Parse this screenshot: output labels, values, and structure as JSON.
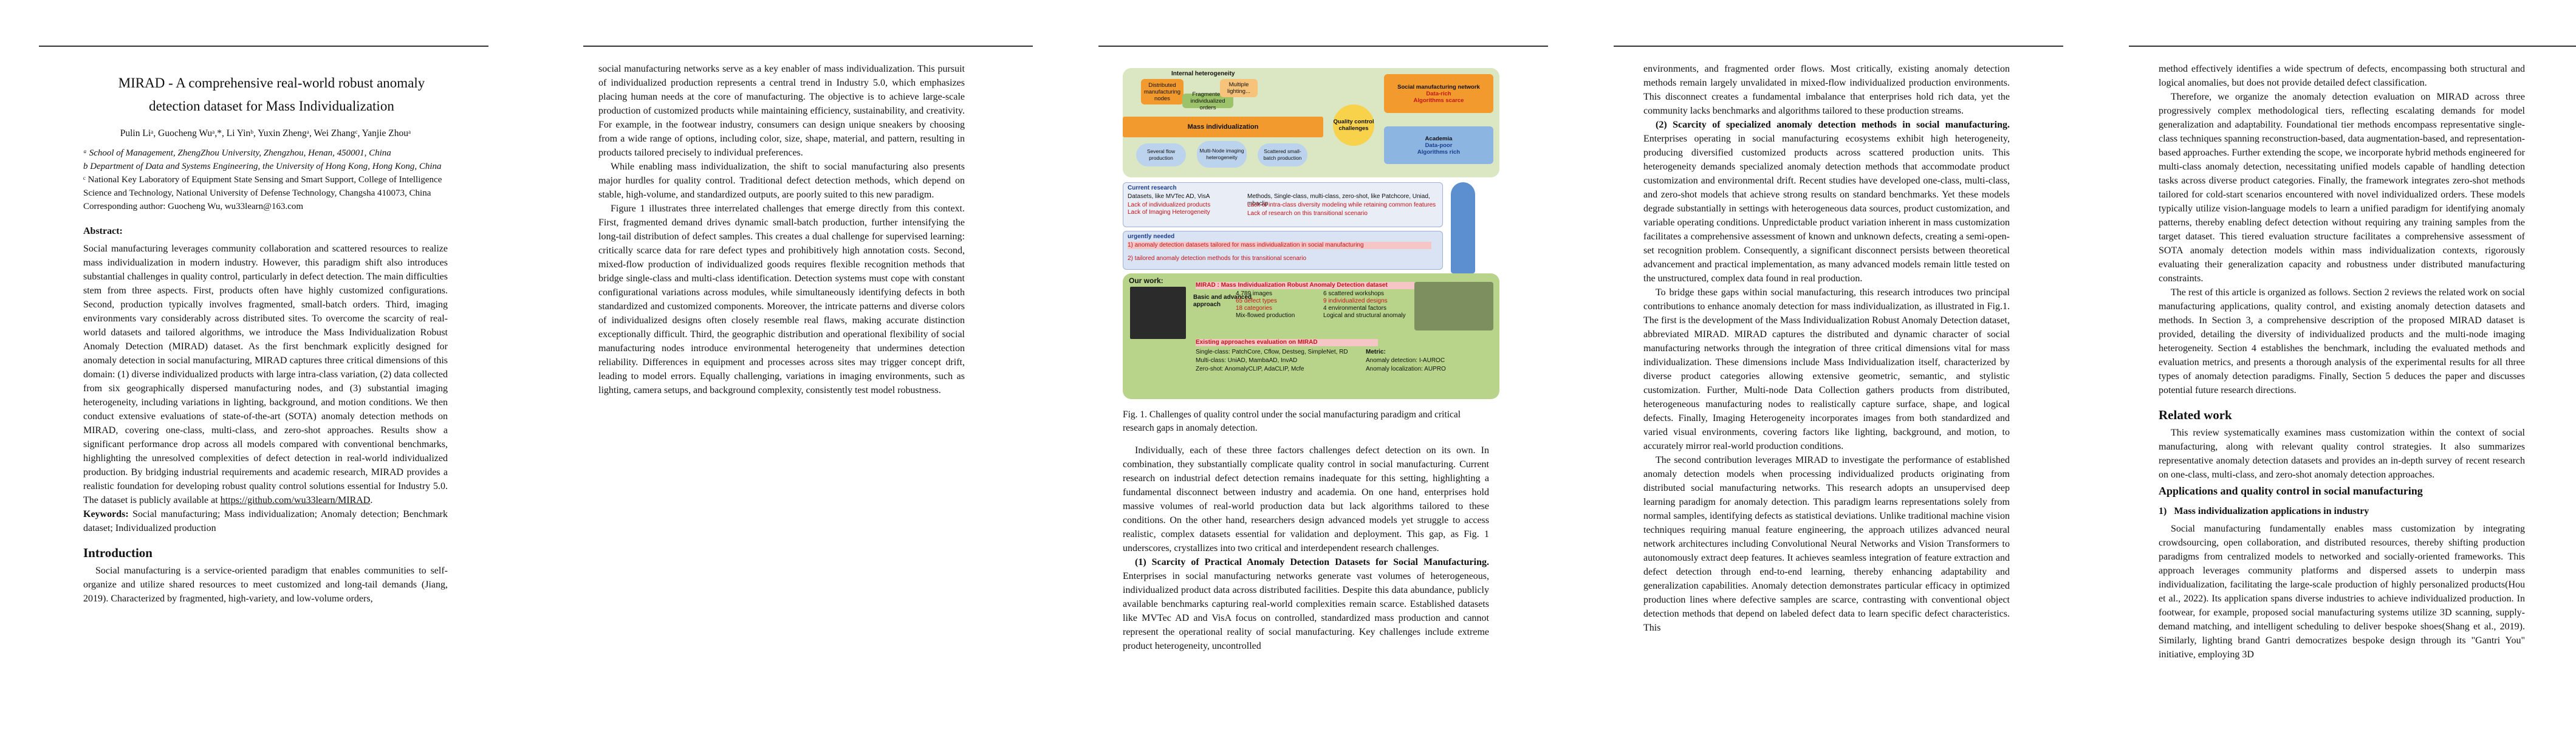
{
  "paper": {
    "title_line1": "MIRAD - A comprehensive real-world robust anomaly",
    "title_line2": "detection dataset for Mass Individualization",
    "authors": "Pulin Liᵃ, Guocheng Wuᵃ,*, Li Yinᵇ, Yuxin Zhengᵃ, Wei Zhangᶜ, Yanjie Zhouᵃ",
    "affiliations": [
      "ᵃ School of Management, ZhengZhou University, Zhengzhou, Henan, 450001, China",
      "b Department of Data and Systems Engineering, the University of Hong Kong, Hong Kong, China"
    ],
    "affiliation_c": "ᶜ National Key Laboratory of Equipment State Sensing and Smart Support, College of Intelligence Science and Technology, National University of Defense Technology, Changsha 410073, China",
    "corresponding": "Corresponding author: Guocheng Wu, wu33learn@163.com",
    "abstract_heading": "Abstract:",
    "abstract": "Social manufacturing leverages community collaboration and scattered resources to realize mass individualization in modern industry. However, this paradigm shift also introduces substantial challenges in quality control, particularly in defect detection. The main difficulties stem from three aspects. First, products often have highly customized configurations. Second, production typically involves fragmented, small-batch orders. Third, imaging environments vary considerably across distributed sites. To overcome the scarcity of real-world datasets and tailored algorithms, we introduce the Mass Individualization Robust Anomaly Detection (MIRAD) dataset. As the first benchmark explicitly designed for anomaly detection in social manufacturing, MIRAD captures three critical dimensions of this domain: (1) diverse individualized products with large intra-class variation, (2) data collected from six geographically dispersed manufacturing nodes, and (3) substantial imaging heterogeneity, including variations in lighting, background, and motion conditions. We then conduct extensive evaluations of state-of-the-art (SOTA) anomaly detection methods on MIRAD, covering one-class, multi-class, and zero-shot approaches. Results show a significant performance drop across all models compared with conventional benchmarks, highlighting the unresolved complexities of defect detection in real-world individualized production. By bridging industrial requirements and academic research, MIRAD provides a realistic foundation for developing robust quality control solutions essential for Industry 5.0. The dataset is publicly available at",
    "dataset_url": "https://github.com/wu33learn/MIRAD",
    "keywords_label": "Keywords:",
    "keywords": "Social manufacturing; Mass individualization; Anomaly detection; Benchmark dataset; Individualized production",
    "intro_heading": "Introduction",
    "intro_p1": "Social manufacturing is a service-oriented paradigm that enables communities to self-organize and utilize shared resources to meet customized and long-tail demands (Jiang, 2019). Characterized by fragmented, high-variety, and low-volume orders,"
  },
  "column2": {
    "p1": "social manufacturing networks serve as a key enabler of mass individualization. This pursuit of individualized production represents a central trend in Industry 5.0, which emphasizes placing human needs at the core of manufacturing. The objective is to achieve large-scale production of customized products while maintaining efficiency, sustainability, and creativity. For example, in the footwear industry, consumers can design unique sneakers by choosing from a wide range of options, including color, size, shape, material, and pattern, resulting in products tailored precisely to individual preferences.",
    "p2": "While enabling mass individualization, the shift to social manufacturing also presents major hurdles for quality control. Traditional defect detection methods, which depend on stable, high-volume, and standardized outputs, are poorly suited to this new paradigm.",
    "p3": "Figure 1 illustrates three interrelated challenges that emerge directly from this context. First, fragmented demand drives dynamic small-batch production, further intensifying the long-tail distribution of defect samples. This creates a dual challenge for supervised learning: critically scarce data for rare defect types and prohibitively high annotation costs. Second, mixed-flow production of individualized goods requires flexible recognition methods that bridge single-class and multi-class identification. Detection systems must cope with constant configurational variations across modules, while simultaneously identifying defects in both standardized and customized components. Moreover, the intricate patterns and diverse colors of individualized designs often closely resemble real flaws, making accurate distinction exceptionally difficult. Third, the geographic distribution and operational flexibility of social manufacturing nodes introduce environmental heterogeneity that undermines detection reliability. Differences in equipment and processes across sites may trigger concept drift, leading to model errors. Equally challenging, variations in imaging environments, such as lighting, camera setups, and background complexity, consistently test model robustness."
  },
  "figure": {
    "internal_heterogeneity": "Internal heterogeneity",
    "box_distributed": "Distributed manufacturing nodes",
    "box_fragmented": "Fragmented individualized orders",
    "box_multiple": "Multiple lighting...",
    "social_manufacturing": "Social manufacturing network",
    "data_rich": "Data-rich",
    "algorithms_scarce": "Algorithms scarce",
    "mass_individualization": "Mass individualization",
    "quality_control": "Quality control challenges",
    "academia": "Academia",
    "data_poor": "Data-poor",
    "algorithms_rich": "Algorithms rich",
    "bubble1": "Several flow production",
    "bubble2": "Multi-Node imaging heterogeneity",
    "bubble3": "Scattered small-batch production",
    "current_research": "Current research",
    "cr_datasets": "Datasets, like MVTec AD, VisA",
    "cr_methods": "Methods, Single-class, multi-class, zero-shot, like Patchcore, Uniad, mbaclip",
    "cr_lack1": "Lack of individualized products",
    "cr_lack2": "Lack of Imaging Heterogeneity",
    "cr_lack3": "Lack of intra-class diversity modeling while retaining common features",
    "cr_lack4": "Lack of research on this transitional scenario",
    "urgently_needed": "urgently needed",
    "need1": "1) anomaly detection datasets tailored for mass individualization in social manufacturing",
    "need2": "2) tailored anomaly detection methods for this transitional scenario",
    "our_work": "Our work:",
    "mirad_banner": "MIRAD : Mass Individualization Robust Anomaly Detection dataset",
    "basic_advanced": "Basic and advanced approach",
    "stat1": "4,789 images",
    "stat2": "65 defect types",
    "stat3": "18 categories",
    "stat4": "Mix-flowed production",
    "stat5": "6 scattered workshops",
    "stat6": "9 individualized designs",
    "stat7": "4 environmental factors",
    "stat8": "Logical and structural anomaly",
    "existing": "Existing approaches evaluation on MIRAD",
    "eval1": "Single-class: PatchCore, Cflow, Destseg, SimpleNet, RD",
    "eval2": "Multi-class: UniAD, MambaAD, InvAD",
    "eval3": "Zero-shot: AnomalyCLIP, AdaCLIP, Mcfe",
    "metric_label": "Metric:",
    "metric1": "Anomaly detection: I-AUROC",
    "metric2": "Anomaly localization: AUPRO"
  },
  "column3": {
    "caption": "Fig. 1. Challenges of quality control under the social manufacturing paradigm and critical research gaps in anomaly detection.",
    "p1": "Individually, each of these three factors challenges defect detection on its own. In combination, they substantially complicate quality control in social manufacturing. Current research on industrial defect detection remains inadequate for this setting, highlighting a fundamental disconnect between industry and academia. On one hand, enterprises hold massive volumes of real-world production data but lack algorithms tailored to these conditions. On the other hand, researchers design advanced models yet struggle to access realistic, complex datasets essential for validation and deployment. This gap, as Fig. 1 underscores, crystallizes into two critical and interdependent research challenges.",
    "p2_label": "(1) Scarcity of Practical Anomaly Detection Datasets for Social Manufacturing.",
    "p2": "Enterprises in social manufacturing networks generate vast volumes of heterogeneous, individualized product data across distributed facilities. Despite this data abundance, publicly available benchmarks capturing real-world complexities remain scarce. Established datasets like MVTec AD and VisA focus on controlled, standardized mass production and cannot represent the operational reality of social manufacturing. Key challenges include extreme product heterogeneity, uncontrolled"
  },
  "column4": {
    "p1": "environments, and fragmented order flows. Most critically, existing anomaly detection methods remain largely unvalidated in mixed-flow individualized production environments. This disconnect creates a fundamental imbalance that enterprises hold rich data, yet the community lacks benchmarks and algorithms tailored to these production streams.",
    "p2_label": "(2) Scarcity of specialized anomaly detection methods in social manufacturing.",
    "p2": "Enterprises operating in social manufacturing ecosystems exhibit high heterogeneity, producing diversified customized products across scattered production units. This heterogeneity demands specialized anomaly detection methods that accommodate product customization and environmental drift. Recent studies have developed one-class, multi-class, and zero-shot models that achieve strong results on standard benchmarks. Yet these models degrade substantially in settings with heterogeneous data sources, product customization, and variable operating conditions. Unpredictable product variation inherent in mass customization facilitates a comprehensive assessment of known and unknown defects, creating a semi-open-set recognition problem. Consequently, a significant disconnect persists between theoretical advancement and practical implementation, as many advanced models remain little tested on the unstructured, complex data found in real production.",
    "p3": "To bridge these gaps within social manufacturing, this research introduces two principal contributions to enhance anomaly detection for mass individualization, as illustrated in Fig.1. The first is the development of the Mass Individualization Robust Anomaly Detection dataset, abbreviated MIRAD. MIRAD captures the distributed and dynamic character of social manufacturing networks through the integration of three critical dimensions vital for mass individualization. These dimensions include Mass Individualization itself, characterized by diverse product categories allowing extensive geometric, semantic, and stylistic customization. Further, Multi-node Data Collection gathers products from distributed, heterogeneous manufacturing nodes to realistically capture surface, shape, and logical defects. Finally, Imaging Heterogeneity incorporates images from both standardized and varied visual environments, covering factors like lighting, background, and motion, to accurately mirror real-world production conditions.",
    "p4": "The second contribution leverages MIRAD to investigate the performance of established anomaly detection models when processing individualized products originating from distributed social manufacturing networks. This research adopts an unsupervised deep learning paradigm for anomaly detection. This paradigm learns representations solely from normal samples, identifying defects as statistical deviations. Unlike traditional machine vision techniques requiring manual feature engineering, the approach utilizes advanced neural network architectures including Convolutional Neural Networks and Vision Transformers to autonomously extract deep features. It achieves seamless integration of feature extraction and defect detection through end-to-end learning, thereby enhancing adaptability and generalization capabilities. Anomaly detection demonstrates particular efficacy in optimized production lines where defective samples are scarce, contrasting with conventional object detection methods that depend on labeled defect data to learn specific defect characteristics. This"
  },
  "column5": {
    "p1": "method effectively identifies a wide spectrum of defects, encompassing both structural and logical anomalies, but does not provide detailed defect classification.",
    "p2": "Therefore, we organize the anomaly detection evaluation on MIRAD across three progressively complex methodological tiers, reflecting escalating demands for model generalization and adaptability. Foundational tier methods encompass representative single-class techniques spanning reconstruction-based, data augmentation-based, and representation-based approaches. Further extending the scope, we incorporate hybrid methods engineered for multi-class anomaly detection, necessitating unified models capable of handling detection tasks across diverse product categories. Finally, the framework integrates zero-shot methods tailored for cold-start scenarios encountered with novel individualized orders. These models typically utilize vision-language models to learn a unified paradigm for identifying anomaly patterns, thereby enabling defect detection without requiring any training samples from the target dataset. This tiered evaluation structure facilitates a comprehensive assessment of SOTA anomaly detection models within mass individualization contexts, rigorously evaluating their generalization capacity and robustness under distributed manufacturing constraints.",
    "p3": "The rest of this article is organized as follows. Section 2 reviews the related work on social manufacturing applications, quality control, and existing anomaly detection datasets and methods. In Section 3, a comprehensive description of the proposed MIRAD dataset is provided, detailing the diversity of individualized products and the multi-node imaging heterogeneity. Section 4 establishes the benchmark, including the evaluated methods and evaluation metrics, and presents a thorough analysis of the experimental results for all three types of anomaly detection paradigms. Finally, Section 5 deduces the paper and discusses potential future research directions.",
    "related_heading": "Related work",
    "related_p": "This review systematically examines mass customization within the context of social manufacturing, along with relevant quality control strategies. It also summarizes representative anomaly detection datasets and provides an in-depth survey of recent research on one-class, multi-class, and zero-shot anomaly detection approaches.",
    "sub_heading": "Applications and quality control in social manufacturing",
    "subsub_heading": "1)   Mass individualization applications in industry",
    "last_p": "Social manufacturing fundamentally enables mass customization by integrating crowdsourcing, open collaboration, and distributed resources, thereby shifting production paradigms from centralized models to networked and socially-oriented frameworks. This approach leverages community platforms and dispersed assets to underpin mass individualization, facilitating the large-scale production of highly personalized products(Hou et al., 2022). Its application spans diverse industries to achieve individualized production. In footwear, for example, proposed social manufacturing systems utilize 3D scanning, supply-demand matching, and intelligent scheduling to deliver bespoke shoes(Shang et al., 2019). Similarly, lighting brand Gantri democratizes bespoke design through its \"Gantri You\" initiative, employing 3D"
  },
  "colors": {
    "orange": "#f39a2e",
    "green_panel": "#c8dc9a",
    "blue_panel": "#c9d8ee",
    "red_text": "#c0161b",
    "navy": "#1a3e8c"
  }
}
